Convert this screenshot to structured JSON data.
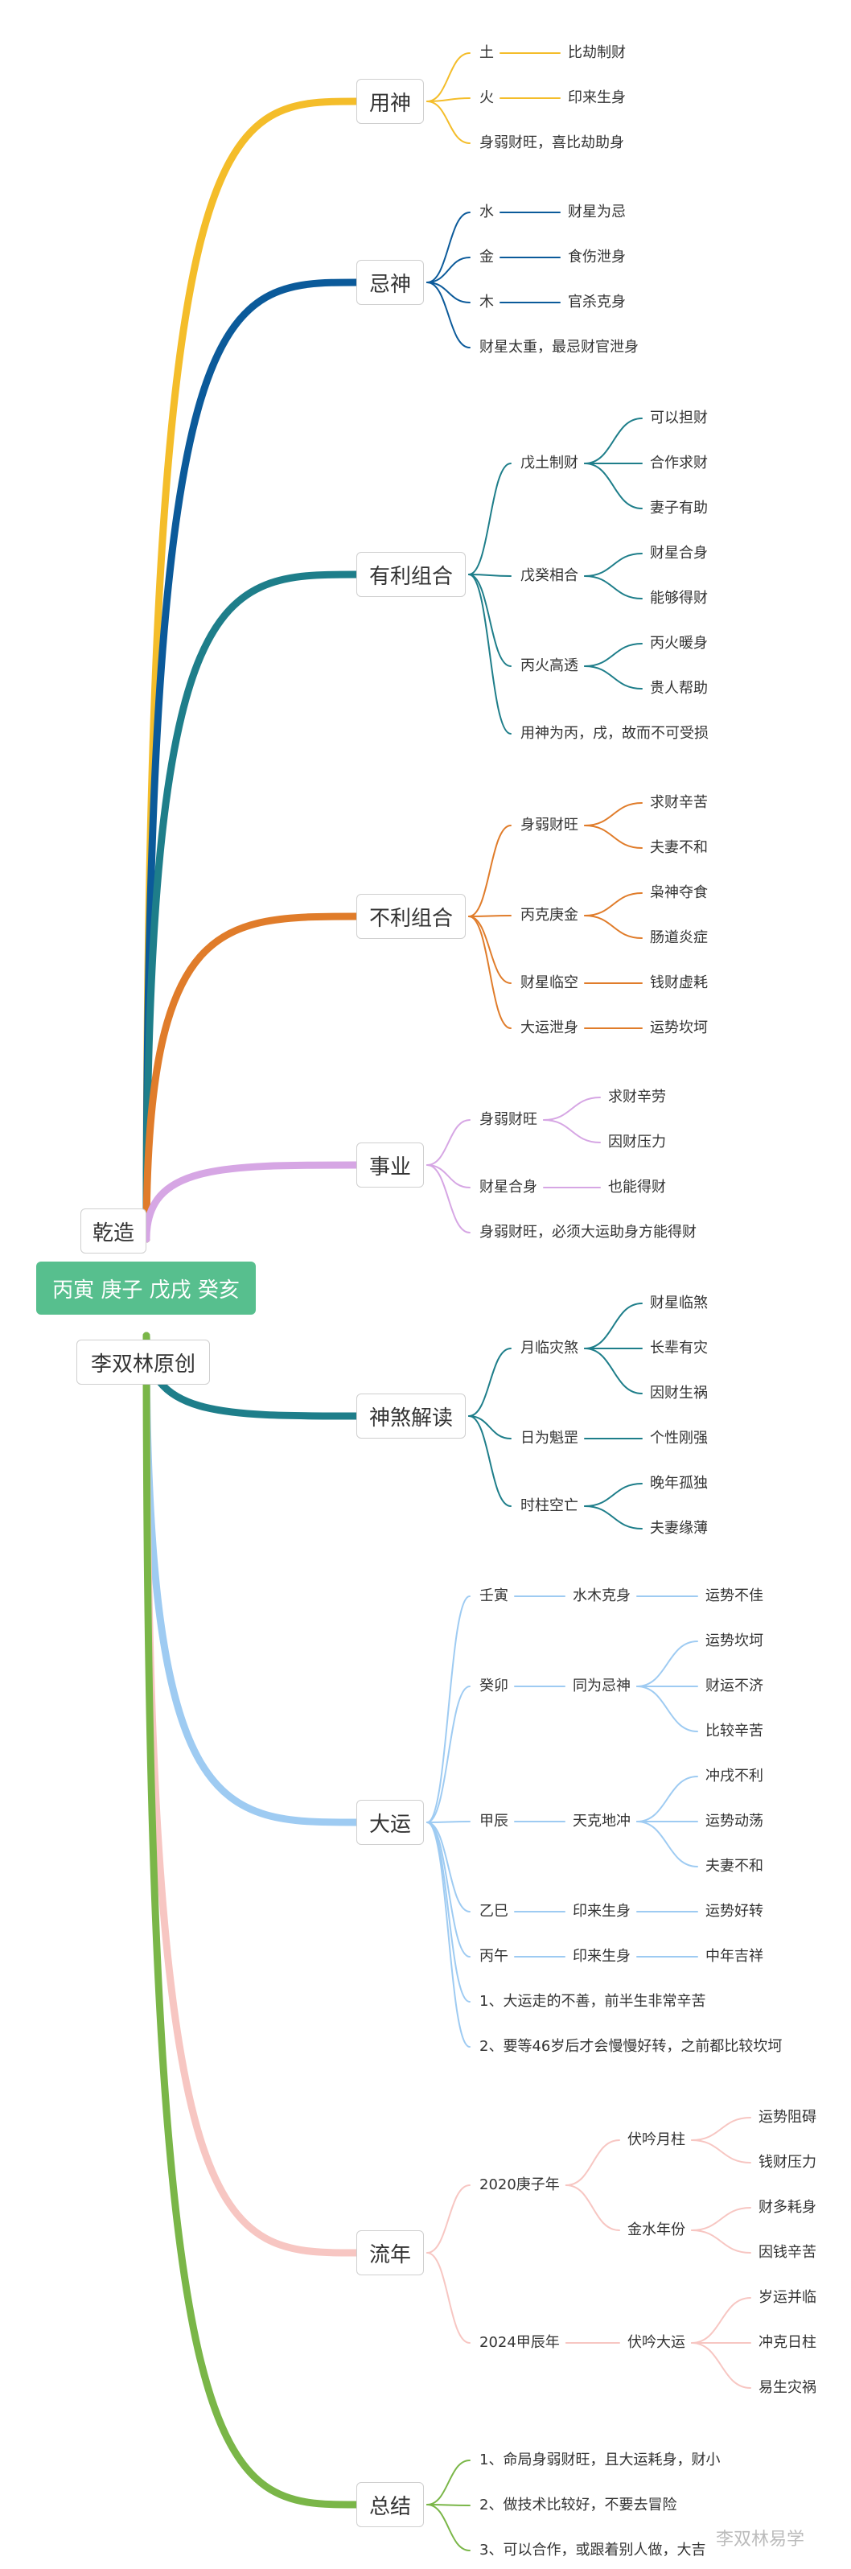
{
  "root": {
    "title": "丙寅 庚子 戊戌 癸亥",
    "top_tag": "乾造",
    "bottom_tag": "李双林原创"
  },
  "watermark": "李双林易学",
  "branches": [
    {
      "name": "yongshen",
      "label": "用神",
      "color": "#f4bd2a",
      "children": [
        {
          "label": "土",
          "children": [
            {
              "label": "比劫制财"
            }
          ]
        },
        {
          "label": "火",
          "children": [
            {
              "label": "印来生身"
            }
          ]
        },
        {
          "label": "身弱财旺，喜比劫助身"
        }
      ]
    },
    {
      "name": "jishen",
      "label": "忌神",
      "color": "#0b5a9a",
      "children": [
        {
          "label": "水",
          "children": [
            {
              "label": "财星为忌"
            }
          ]
        },
        {
          "label": "金",
          "children": [
            {
              "label": "食伤泄身"
            }
          ]
        },
        {
          "label": "木",
          "children": [
            {
              "label": "官杀克身"
            }
          ]
        },
        {
          "label": "财星太重，最忌财官泄身"
        }
      ]
    },
    {
      "name": "youli",
      "label": "有利组合",
      "color": "#1e7e8a",
      "children": [
        {
          "label": "戊土制财",
          "children": [
            {
              "label": "可以担财"
            },
            {
              "label": "合作求财"
            },
            {
              "label": "妻子有助"
            }
          ]
        },
        {
          "label": "戊癸相合",
          "children": [
            {
              "label": "财星合身"
            },
            {
              "label": "能够得财"
            }
          ]
        },
        {
          "label": "丙火高透",
          "children": [
            {
              "label": "丙火暖身"
            },
            {
              "label": "贵人帮助"
            }
          ]
        },
        {
          "label": "用神为丙，戌，故而不可受损"
        }
      ]
    },
    {
      "name": "buli",
      "label": "不利组合",
      "color": "#e07c2a",
      "children": [
        {
          "label": "身弱财旺",
          "children": [
            {
              "label": "求财辛苦"
            },
            {
              "label": "夫妻不和"
            }
          ]
        },
        {
          "label": "丙克庚金",
          "children": [
            {
              "label": "枭神夺食"
            },
            {
              "label": "肠道炎症"
            }
          ]
        },
        {
          "label": "财星临空",
          "children": [
            {
              "label": "钱财虚耗"
            }
          ]
        },
        {
          "label": "大运泄身",
          "children": [
            {
              "label": "运势坎坷"
            }
          ]
        }
      ]
    },
    {
      "name": "shiye",
      "label": "事业",
      "color": "#d6a6e4",
      "children": [
        {
          "label": "身弱财旺",
          "children": [
            {
              "label": "求财辛劳"
            },
            {
              "label": "因财压力"
            }
          ]
        },
        {
          "label": "财星合身",
          "children": [
            {
              "label": "也能得财"
            }
          ]
        },
        {
          "label": "身弱财旺，必须大运助身方能得财"
        }
      ]
    },
    {
      "name": "shensha",
      "label": "神煞解读",
      "color": "#1e7e8a",
      "children": [
        {
          "label": "月临灾煞",
          "children": [
            {
              "label": "财星临煞"
            },
            {
              "label": "长辈有灾"
            },
            {
              "label": "因财生祸"
            }
          ]
        },
        {
          "label": "日为魁罡",
          "children": [
            {
              "label": "个性刚强"
            }
          ]
        },
        {
          "label": "时柱空亡",
          "children": [
            {
              "label": "晚年孤独"
            },
            {
              "label": "夫妻缘薄"
            }
          ]
        }
      ]
    },
    {
      "name": "dayun",
      "label": "大运",
      "color": "#9ecbf2",
      "children": [
        {
          "label": "壬寅",
          "children": [
            {
              "label": "水木克身",
              "children": [
                {
                  "label": "运势不佳"
                }
              ]
            }
          ]
        },
        {
          "label": "癸卯",
          "children": [
            {
              "label": "同为忌神",
              "children": [
                {
                  "label": "运势坎坷"
                },
                {
                  "label": "财运不济"
                },
                {
                  "label": "比较辛苦"
                }
              ]
            }
          ]
        },
        {
          "label": "甲辰",
          "children": [
            {
              "label": "天克地冲",
              "children": [
                {
                  "label": "冲戌不利"
                },
                {
                  "label": "运势动荡"
                },
                {
                  "label": "夫妻不和"
                }
              ]
            }
          ]
        },
        {
          "label": "乙巳",
          "children": [
            {
              "label": "印来生身",
              "children": [
                {
                  "label": "运势好转"
                }
              ]
            }
          ]
        },
        {
          "label": "丙午",
          "children": [
            {
              "label": "印来生身",
              "children": [
                {
                  "label": "中年吉祥"
                }
              ]
            }
          ]
        },
        {
          "label": "1、大运走的不善，前半生非常辛苦"
        },
        {
          "label": "2、要等46岁后才会慢慢好转，之前都比较坎坷"
        }
      ]
    },
    {
      "name": "liunian",
      "label": "流年",
      "color": "#f7c6c2",
      "children": [
        {
          "label": "2020庚子年",
          "children": [
            {
              "label": "伏吟月柱",
              "children": [
                {
                  "label": "运势阻碍"
                },
                {
                  "label": "钱财压力"
                }
              ]
            },
            {
              "label": "金水年份",
              "children": [
                {
                  "label": "财多耗身"
                },
                {
                  "label": "因钱辛苦"
                }
              ]
            }
          ]
        },
        {
          "label": "2024甲辰年",
          "children": [
            {
              "label": "伏吟大运",
              "children": [
                {
                  "label": "岁运并临"
                },
                {
                  "label": "冲克日柱"
                },
                {
                  "label": "易生灾祸"
                }
              ]
            }
          ]
        }
      ]
    },
    {
      "name": "zongjie",
      "label": "总结",
      "color": "#7ab648",
      "children": [
        {
          "label": "1、命局身弱财旺，且大运耗身，财小"
        },
        {
          "label": "2、做技术比较好，不要去冒险"
        },
        {
          "label": "3、可以合作，或跟着别人做，大吉"
        }
      ]
    }
  ]
}
